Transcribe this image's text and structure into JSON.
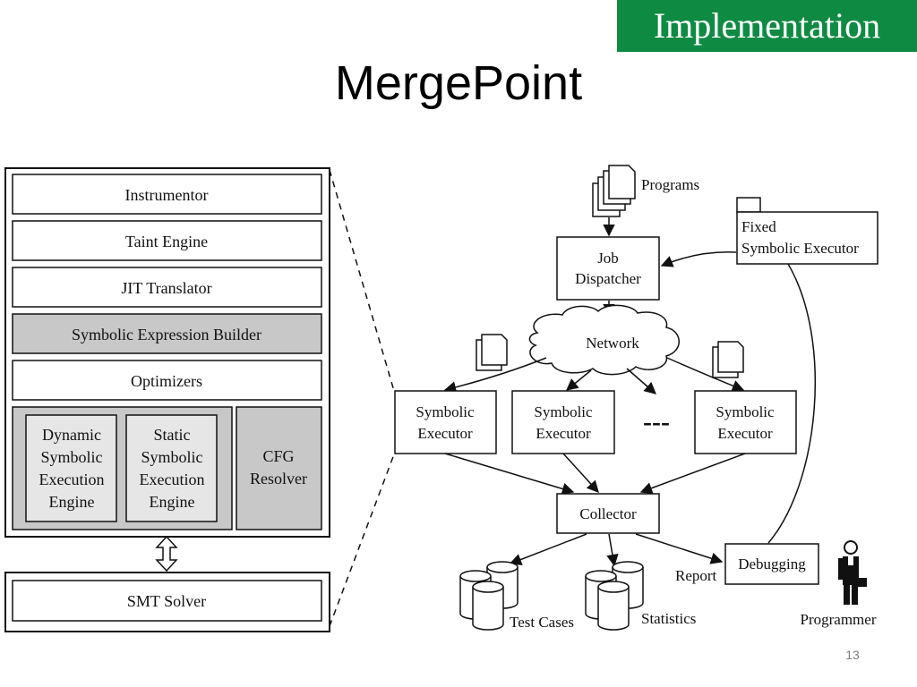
{
  "header": {
    "section_tag": "Implementation",
    "title": "MergePoint",
    "page_number": "13"
  },
  "colors": {
    "tag_background": "#0f8a43",
    "gray_box": "#c8c8c8",
    "light_box": "#e6e6e6"
  },
  "architecture": {
    "layers": [
      "Instrumentor",
      "Taint Engine",
      "JIT Translator",
      "Symbolic Expression Builder",
      "Optimizers"
    ],
    "engines": {
      "dynamic": [
        "Dynamic",
        "Symbolic",
        "Execution",
        "Engine"
      ],
      "static": [
        "Static",
        "Symbolic",
        "Execution",
        "Engine"
      ],
      "cfg": [
        "CFG",
        "Resolver"
      ]
    },
    "solver": "SMT Solver"
  },
  "distributed": {
    "programs": "Programs",
    "job_dispatcher": [
      "Job",
      "Dispatcher"
    ],
    "fixed_executor": [
      "Fixed",
      "Symbolic Executor"
    ],
    "network": "Network",
    "executor": [
      "Symbolic",
      "Executor"
    ],
    "ellipsis": "---",
    "collector": "Collector",
    "debugging": "Debugging",
    "report": "Report",
    "test_cases": "Test Cases",
    "statistics": "Statistics",
    "programmer": "Programmer"
  }
}
